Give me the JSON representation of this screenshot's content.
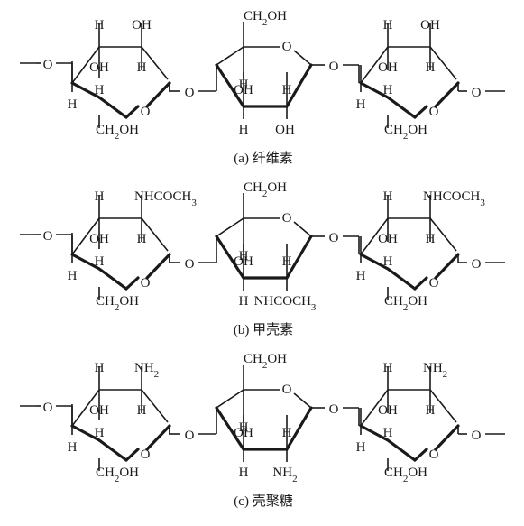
{
  "panels": [
    {
      "caption": "(a) 纤维素",
      "rings": [
        {
          "upper": {
            "H": "H",
            "R": "OH"
          },
          "lower": {
            "L": "OH",
            "R": "H"
          },
          "ring_O": "O",
          "bottom_H": "H",
          "c6": "CH2OH"
        },
        {
          "c6": "CH2OH",
          "ring_O": "O",
          "top_H": "H",
          "lower": {
            "L": "OH",
            "R": "H"
          },
          "bottom": {
            "L": "H",
            "R": "OH"
          }
        },
        {
          "upper": {
            "H": "H",
            "R": "OH"
          },
          "lower": {
            "L": "OH",
            "R": "H"
          },
          "ring_O": "O",
          "bottom_H": "H",
          "c6": "CH2OH"
        }
      ],
      "link_O": [
        "O",
        "O",
        "O",
        "O"
      ]
    },
    {
      "caption": "(b) 甲壳素",
      "rings": [
        {
          "upper": {
            "H": "H",
            "R": "NHCOCH3"
          },
          "lower": {
            "L": "OH",
            "R": "H"
          },
          "ring_O": "O",
          "bottom_H": "H",
          "c6": "CH2OH"
        },
        {
          "c6": "CH2OH",
          "ring_O": "O",
          "top_H": "H",
          "lower": {
            "L": "OH",
            "R": "H"
          },
          "bottom": {
            "L": "H",
            "R": "NHCOCH3"
          }
        },
        {
          "upper": {
            "H": "H",
            "R": "NHCOCH3"
          },
          "lower": {
            "L": "OH",
            "R": "H"
          },
          "ring_O": "O",
          "bottom_H": "H",
          "c6": "CH2OH"
        }
      ],
      "link_O": [
        "O",
        "O",
        "O",
        "O"
      ]
    },
    {
      "caption": "(c) 壳聚糖",
      "rings": [
        {
          "upper": {
            "H": "H",
            "R": "NH2"
          },
          "lower": {
            "L": "OH",
            "R": "H"
          },
          "ring_O": "O",
          "bottom_H": "H",
          "c6": "CH2OH"
        },
        {
          "c6": "CH2OH",
          "ring_O": "O",
          "top_H": "H",
          "lower": {
            "L": "OH",
            "R": "H"
          },
          "bottom": {
            "L": "H",
            "R": "NH2"
          }
        },
        {
          "upper": {
            "H": "H",
            "R": "NH2"
          },
          "lower": {
            "L": "OH",
            "R": "H"
          },
          "ring_O": "O",
          "bottom_H": "H",
          "c6": "CH2OH"
        }
      ],
      "link_O": [
        "O",
        "O",
        "O",
        "O"
      ]
    }
  ]
}
